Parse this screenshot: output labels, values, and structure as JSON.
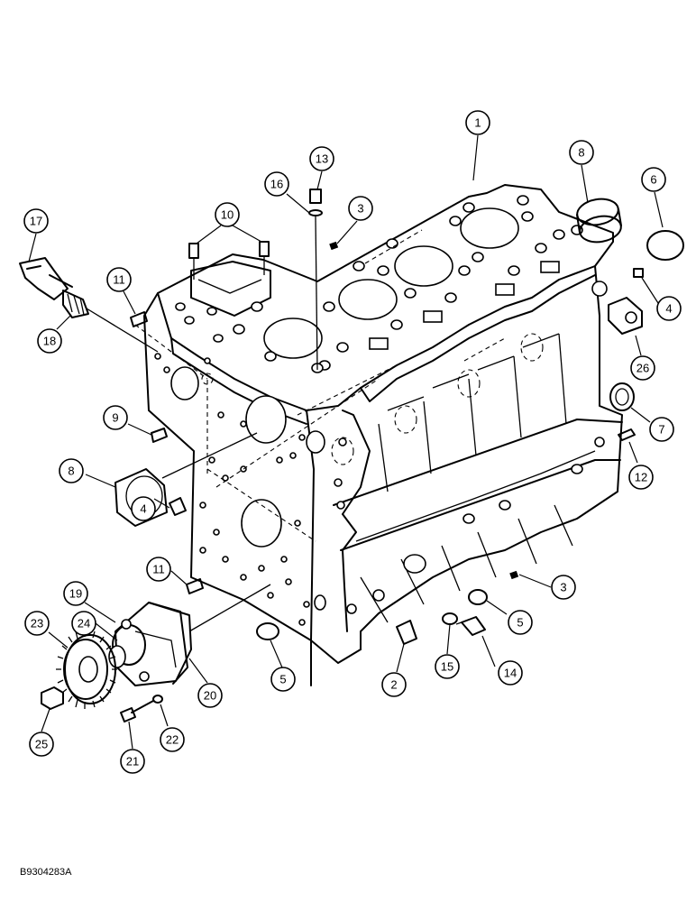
{
  "figure_id": "B9304283A",
  "callouts": [
    {
      "label": "1"
    },
    {
      "label": "13"
    },
    {
      "label": "16"
    },
    {
      "label": "3"
    },
    {
      "label": "10"
    },
    {
      "label": "8"
    },
    {
      "label": "6"
    },
    {
      "label": "17"
    },
    {
      "label": "11"
    },
    {
      "label": "4"
    },
    {
      "label": "18"
    },
    {
      "label": "26"
    },
    {
      "label": "9"
    },
    {
      "label": "7"
    },
    {
      "label": "8"
    },
    {
      "label": "12"
    },
    {
      "label": "4"
    },
    {
      "label": "11"
    },
    {
      "label": "3"
    },
    {
      "label": "19"
    },
    {
      "label": "24"
    },
    {
      "label": "5"
    },
    {
      "label": "23"
    },
    {
      "label": "20"
    },
    {
      "label": "5"
    },
    {
      "label": "2"
    },
    {
      "label": "15"
    },
    {
      "label": "14"
    },
    {
      "label": "22"
    },
    {
      "label": "25"
    },
    {
      "label": "21"
    }
  ]
}
